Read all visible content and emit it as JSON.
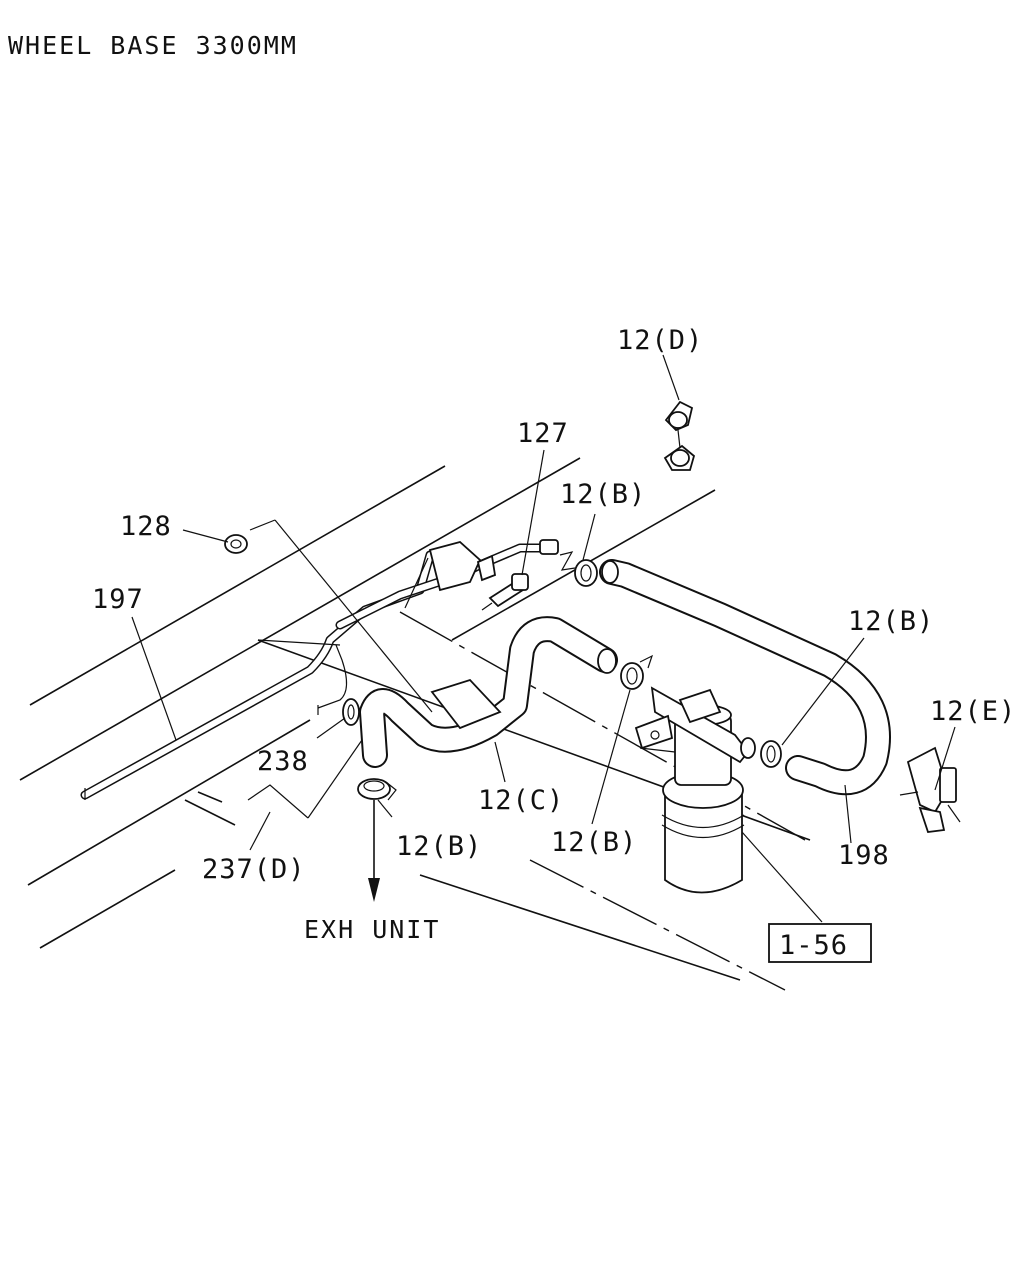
{
  "title": "WHEEL BASE 3300MM",
  "labels": {
    "p12d": "12(D)",
    "p127": "127",
    "p12b_top": "12(B)",
    "p128": "128",
    "p197": "197",
    "p12b_right": "12(B)",
    "p12e": "12(E)",
    "p238": "238",
    "p12c": "12(C)",
    "p12b_mid": "12(B)",
    "p12b_bottom": "12(B)",
    "p237d": "237(D)",
    "p198": "198",
    "exh_unit": "EXH UNIT",
    "ref_box": "1-56"
  }
}
